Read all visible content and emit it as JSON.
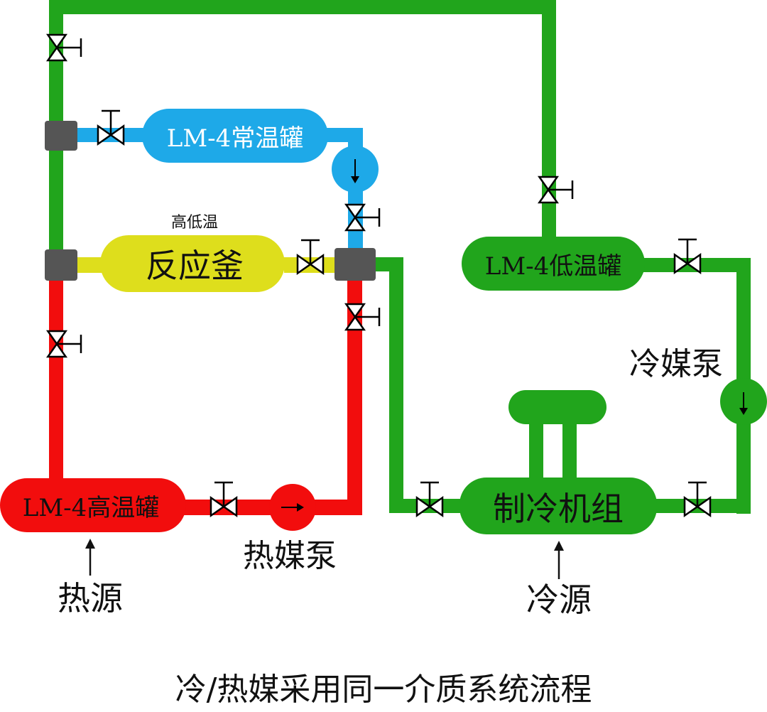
{
  "colors": {
    "hot": "#f20d0d",
    "cold": "#21a51c",
    "normal": "#1ea9e8",
    "reactor": "#dede1c",
    "tee": "#555555",
    "valve_stroke": "#000000",
    "text": "#111111"
  },
  "tanks": {
    "normal": "LM-4常温罐",
    "reactor": "反应釜",
    "low": "LM-4低温罐",
    "high": "LM-4高温罐",
    "chiller": "制冷机组"
  },
  "labels": {
    "reactor_caption": "高低温",
    "coolant_pump": "冷媒泵",
    "heat_pump": "热媒泵",
    "heat_source": "热源",
    "cold_source": "冷源"
  },
  "caption": "冷/热媒采用同一介质系统流程"
}
